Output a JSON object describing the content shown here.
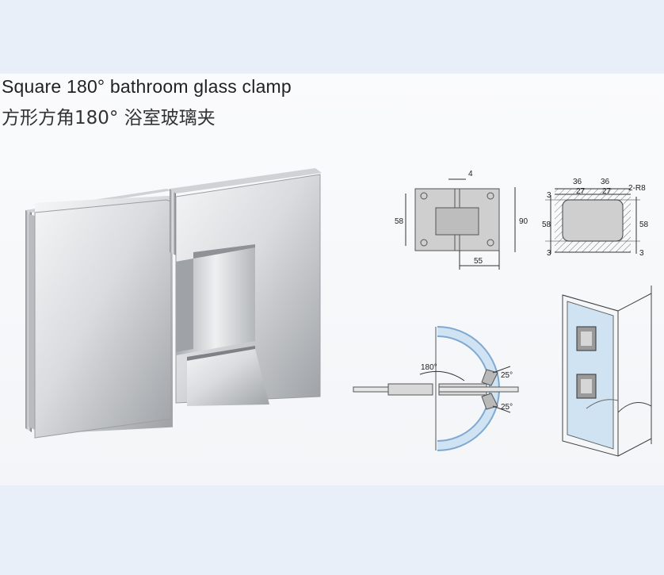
{
  "title": {
    "english": "Square 180° bathroom glass clamp",
    "chinese": "方形方角180° 浴室玻璃夹"
  },
  "front_view": {
    "dim_top_gap": "4",
    "dim_left_height": "58",
    "dim_right_height": "90",
    "dim_bottom_width": "55"
  },
  "side_view": {
    "dim_top_left": "36",
    "dim_top_right": "36",
    "dim_inner_left": "27",
    "dim_inner_right": "27",
    "dim_radius": "2-R8",
    "dim_left_top": "3",
    "dim_left_height": "58",
    "dim_left_bottom": "3",
    "dim_right_height": "58",
    "dim_right_bottom": "3"
  },
  "rotation_view": {
    "angle_label": "180°",
    "angle_top": "25°",
    "angle_bottom": "25°"
  },
  "colors": {
    "background": "#e6eef7",
    "panel": "#f7f8fa",
    "drawing_gray": "#c9c9c9",
    "glass_blue": "#bcd9ef"
  }
}
